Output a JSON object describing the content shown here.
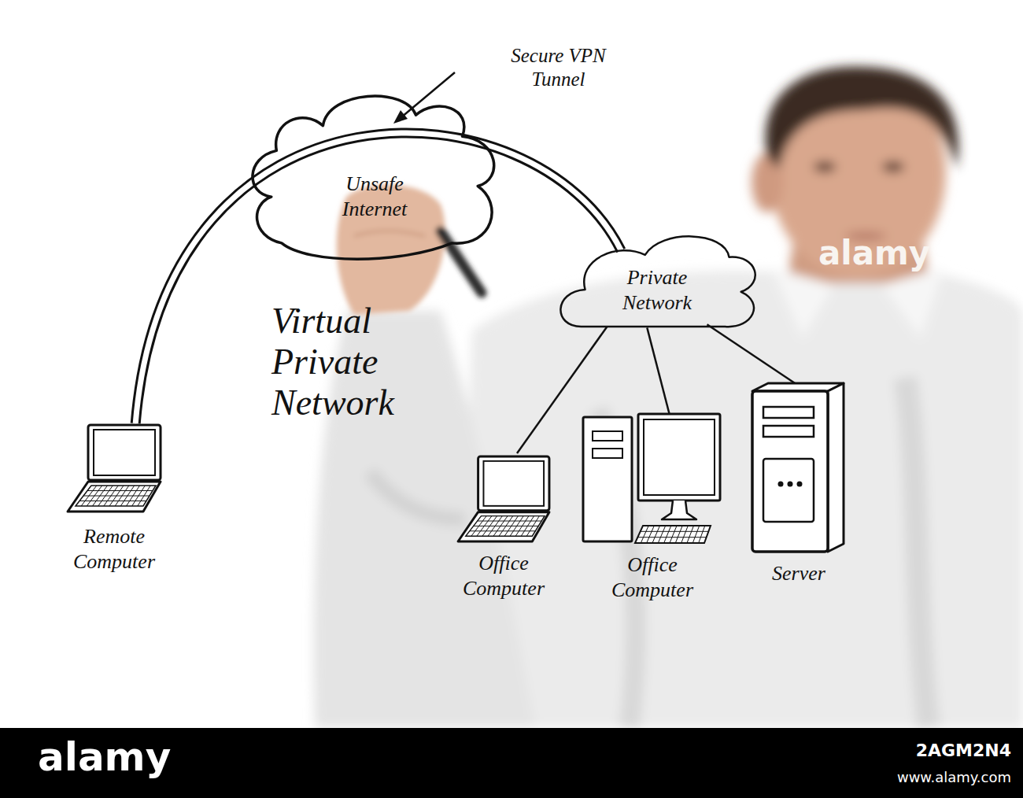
{
  "diagram": {
    "title": "Virtual Private Network",
    "nodes": [
      {
        "text": [
          "Unsafe Internet"
        ]
      },
      {
        "text": [
          "Private Network"
        ]
      },
      {
        "text": [
          "Remote Computer"
        ]
      },
      {
        "text": [
          "Office Computer"
        ]
      },
      {
        "text": [
          "Office Computer"
        ]
      },
      {
        "text": [
          "Server"
        ]
      }
    ],
    "edges": [
      {
        "from": 2,
        "to": 1,
        "arrow": "none"
      },
      {
        "from": 1,
        "to": 3,
        "arrow": "none"
      },
      {
        "from": 1,
        "to": 4,
        "arrow": "none"
      },
      {
        "from": 1,
        "to": 5,
        "arrow": "none"
      }
    ],
    "labels": [
      "Secure VPN Tunnel",
      "alamy",
      "alamy",
      "2AGM2N4",
      "www.alamy.com"
    ]
  }
}
